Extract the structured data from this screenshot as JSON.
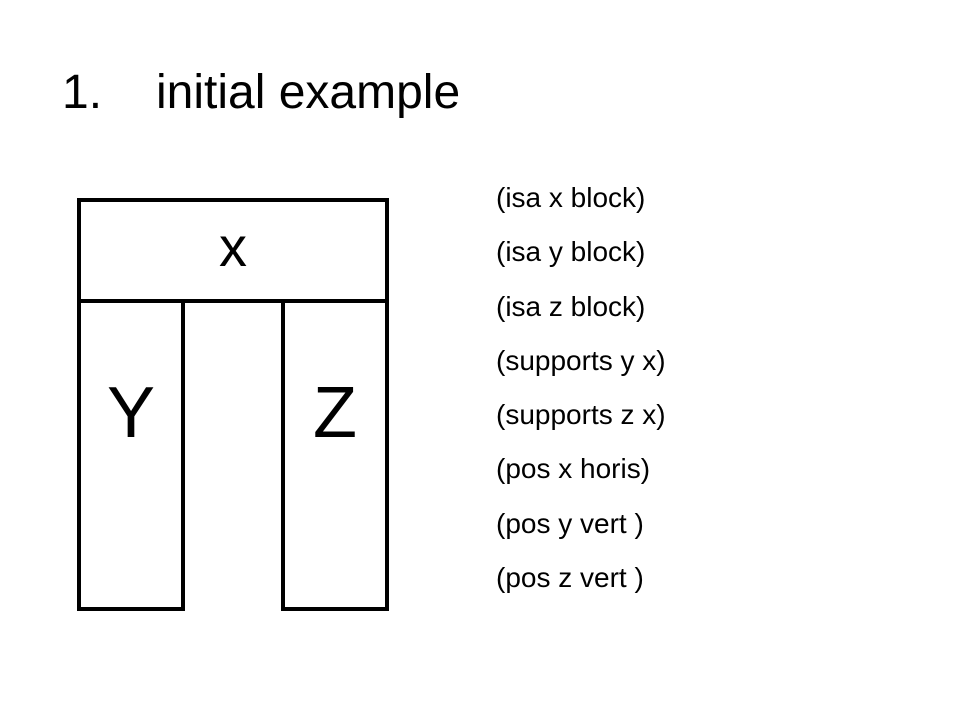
{
  "slide": {
    "title_number": "1.",
    "title_text": "initial example"
  },
  "diagram": {
    "block_x_label": "x",
    "block_y_label": "Y",
    "block_z_label": "Z"
  },
  "facts": [
    "(isa x block)",
    "(isa y block)",
    "(isa z block)",
    "(supports y x)",
    "(supports z x)",
    "(pos x horis)",
    "(pos y vert )",
    "(pos z vert )"
  ]
}
